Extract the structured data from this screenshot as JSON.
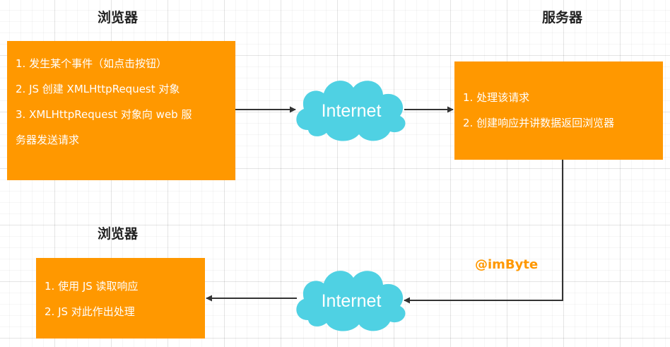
{
  "headings": {
    "browser_top": "浏览器",
    "server": "服务器",
    "browser_bottom": "浏览器"
  },
  "browser_box": {
    "lines": [
      "1. 发生某个事件（如点击按钮）",
      "2. JS 创建 XMLHttpRequest 对象",
      "3. XMLHttpRequest 对象向 web 服",
      "务器发送请求"
    ]
  },
  "server_box": {
    "lines": [
      "1. 处理该请求",
      "2. 创建响应并讲数据返回浏览器"
    ]
  },
  "result_box": {
    "lines": [
      "1. 使用 JS 读取响应",
      "2. JS 对此作出处理"
    ]
  },
  "clouds": {
    "top_label": "Internet",
    "bottom_label": "Internet"
  },
  "watermark": "@imByte",
  "colors": {
    "box": "#ff9800",
    "cloud": "#4fd1e3",
    "watermark": "#ff9800",
    "arrow": "#333333"
  },
  "icons": {
    "cloud": "cloud-icon",
    "arrow": "arrow-icon"
  }
}
